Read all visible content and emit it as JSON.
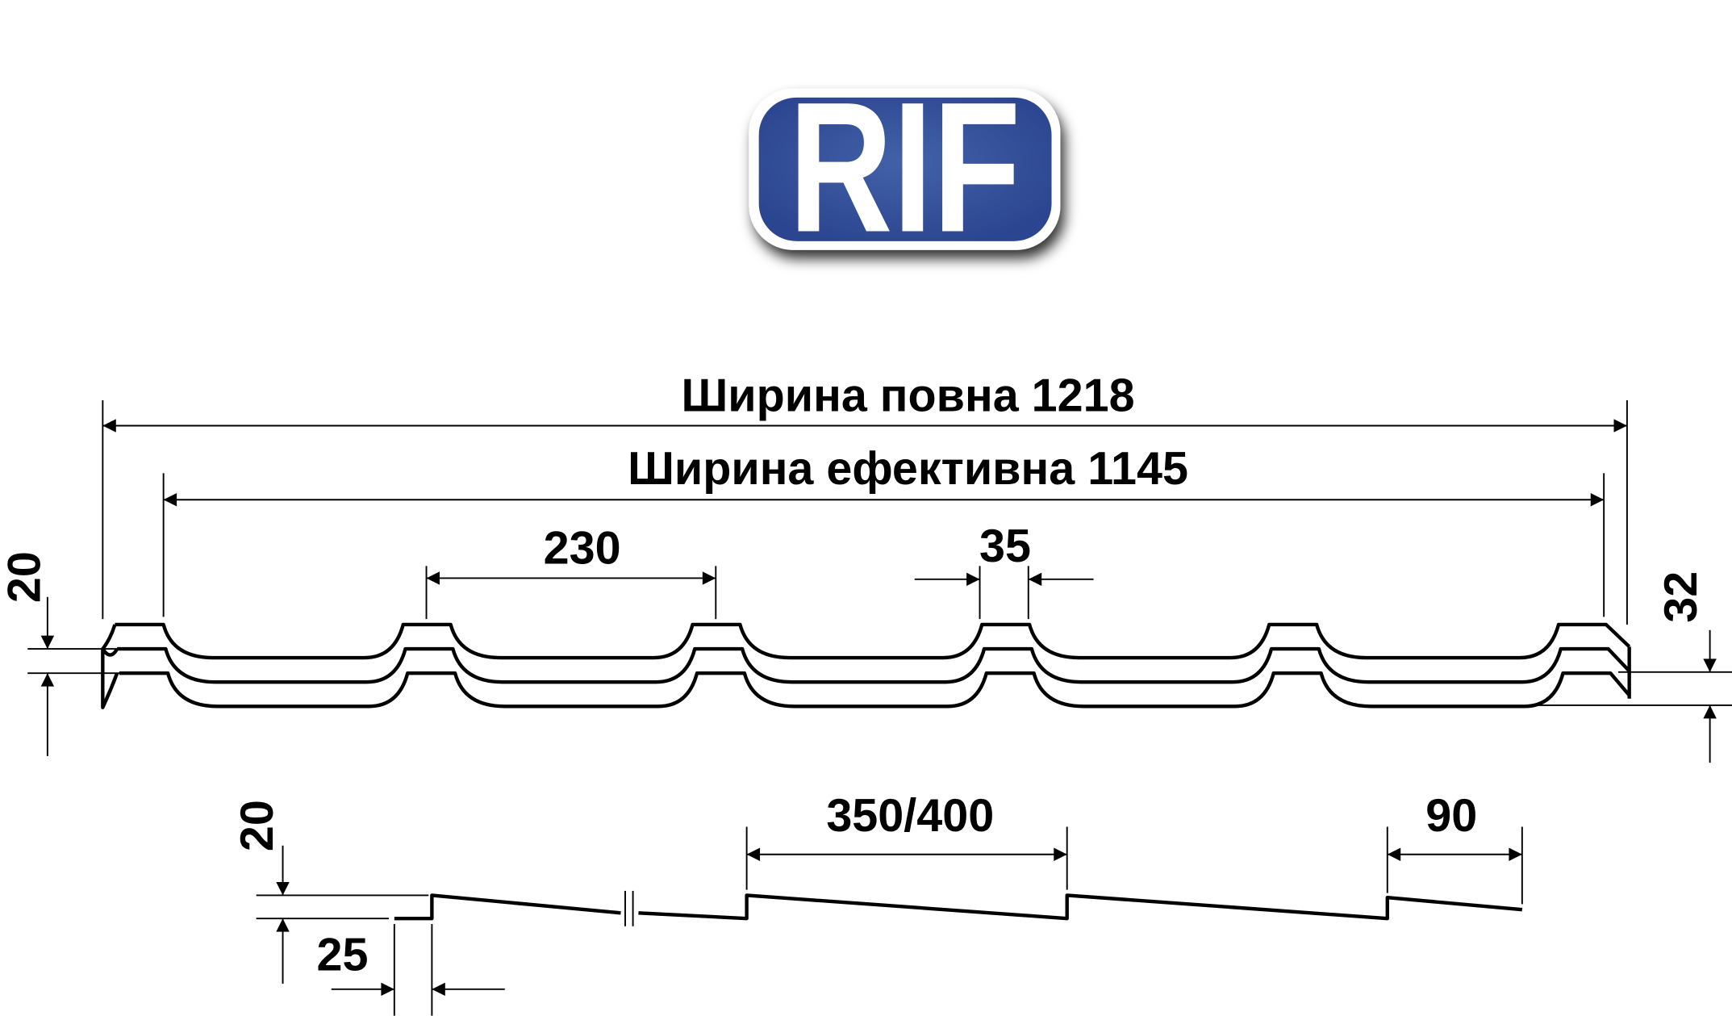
{
  "logo": {
    "text": "RIF",
    "colors": {
      "fill": "#2c4590",
      "highlight": "#4262a8",
      "text": "#ffffff"
    }
  },
  "dimensions": {
    "full_width": "Ширина повна 1218",
    "effective_width": "Ширина ефективна 1145",
    "wave_pitch": "230",
    "ridge_width": "35",
    "left_height": "20",
    "right_height": "32",
    "step_height": "20",
    "step_depth": "25",
    "step_length": "350/400",
    "end_length": "90"
  }
}
